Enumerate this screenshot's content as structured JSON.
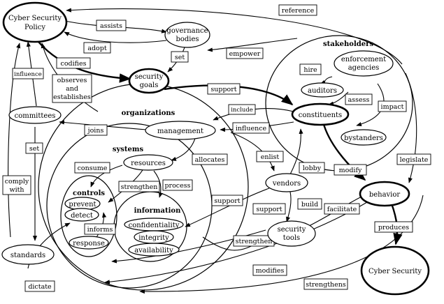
{
  "nodes": {
    "cyber_security_policy": [
      "Cyber Security",
      "Policy"
    ],
    "governance_bodies": [
      "governance",
      "bodies"
    ],
    "security_goals": [
      "security",
      "goals"
    ],
    "committees": "committees",
    "standards": "standards",
    "management": "management",
    "resources": "resources",
    "prevent": "prevent",
    "detect": "detect",
    "response": "response",
    "confidentiality": "confidentiality",
    "integrity": "integrity",
    "availability": "availability",
    "enforcement_agencies": [
      "enforcement",
      "agencies"
    ],
    "auditors": "auditors",
    "constituents": "constituents",
    "bystanders": "bystanders",
    "vendors": "vendors",
    "security_tools": [
      "security",
      "tools"
    ],
    "behavior": "behavior",
    "cyber_security": "Cyber Security"
  },
  "regions": {
    "organizations": "organizations",
    "systems": "systems",
    "controls": "controls",
    "information": "information",
    "stakeholders": "stakeholders"
  },
  "edge_labels": {
    "reference": "reference",
    "assists": "assists",
    "adopt": "adopt",
    "codifies": "codifies",
    "set_goals": "set",
    "empower": "empower",
    "hire": "hire",
    "influence_left": "influence",
    "observes": [
      "observes",
      "and",
      "establishes"
    ],
    "support_goals": "support",
    "assess": "assess",
    "include": "include",
    "impact": "impact",
    "joins": "joins",
    "influence_mid": "influence",
    "set_standards": "set",
    "consume": "consume",
    "allocates": "allocates",
    "enlist": "enlist",
    "lobby": "lobby",
    "legislate": "legislate",
    "modify": "modify",
    "comply_with": [
      "comply",
      "with"
    ],
    "strengthen_res": "strengthen",
    "process": "process",
    "support_info": "support",
    "build": "build",
    "support_vendors": "support",
    "facilitate": "facilitate",
    "informs": "informs",
    "produces": "produces",
    "strengthen_tools": "strengthen",
    "modifies": "modifies",
    "strengthens": "strengthens",
    "dictate": "dictate"
  }
}
